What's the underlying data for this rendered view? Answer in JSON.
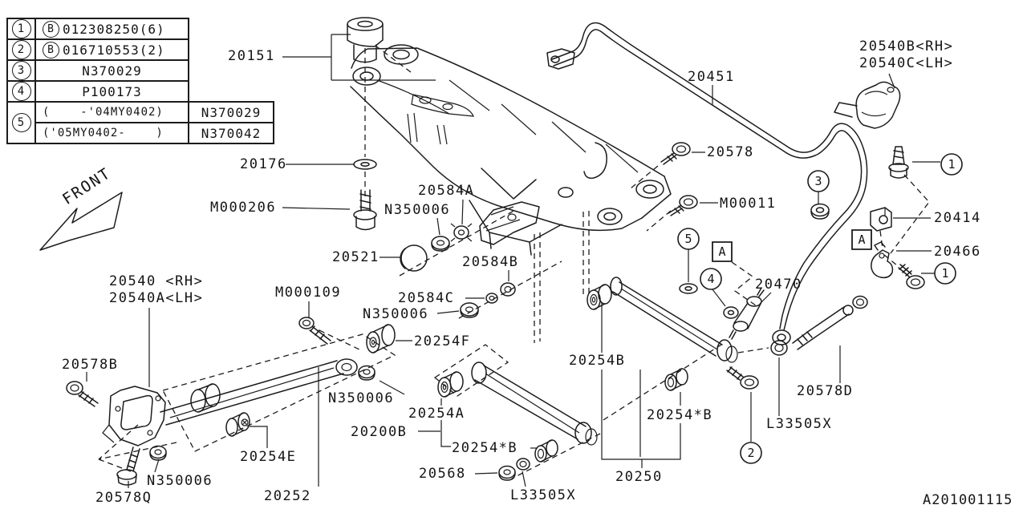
{
  "front_label": "FRONT",
  "diagram_number": "A201001115",
  "table": {
    "rows14": [
      {
        "num": "1",
        "b": "B",
        "part": "012308250(6)"
      },
      {
        "num": "2",
        "b": "B",
        "part": "016710553(2)"
      },
      {
        "num": "3",
        "part": "N370029"
      },
      {
        "num": "4",
        "part": "P100173"
      }
    ],
    "row5": {
      "num": "5",
      "variants": [
        {
          "range": "(    -'04MY0402)",
          "part": "N370029"
        },
        {
          "range": "('05MY0402-    )",
          "part": "N370042"
        }
      ]
    }
  },
  "callouts": {
    "c1": "1",
    "c2": "2",
    "c3": "3",
    "c4": "4",
    "c5": "5",
    "a": "A"
  },
  "labels": {
    "l20151": "20151",
    "l20176": "20176",
    "m000206": "M000206",
    "n350006_top": "N350006",
    "l20584a": "20584A",
    "l20521": "20521",
    "l20584b": "20584B",
    "l20584c": "20584C",
    "n350006_mid": "N350006",
    "l20254f": "20254F",
    "m000109": "M000109",
    "l20540rh": "20540 <RH>",
    "l20540lh": "20540A<LH>",
    "l20578b": "20578B",
    "n350006_bl": "N350006",
    "l20578q": "20578Q",
    "l20254e": "20254E",
    "l20252": "20252",
    "n350006_arm": "N350006",
    "l20254a": "20254A",
    "l20200b": "20200B",
    "l20254xb1": "20254*B",
    "l20568": "20568",
    "l33505x_1": "L33505X",
    "l20254b": "20254B",
    "l20250": "20250",
    "l20254xb2": "20254*B",
    "l33505x_2": "L33505X",
    "l20578d": "20578D",
    "l20470": "20470",
    "m00011": "M00011",
    "l20578": "20578",
    "l20451": "20451",
    "l20540brh": "20540B<RH>",
    "l20540clh": "20540C<LH>",
    "l20414": "20414",
    "l20466": "20466"
  }
}
